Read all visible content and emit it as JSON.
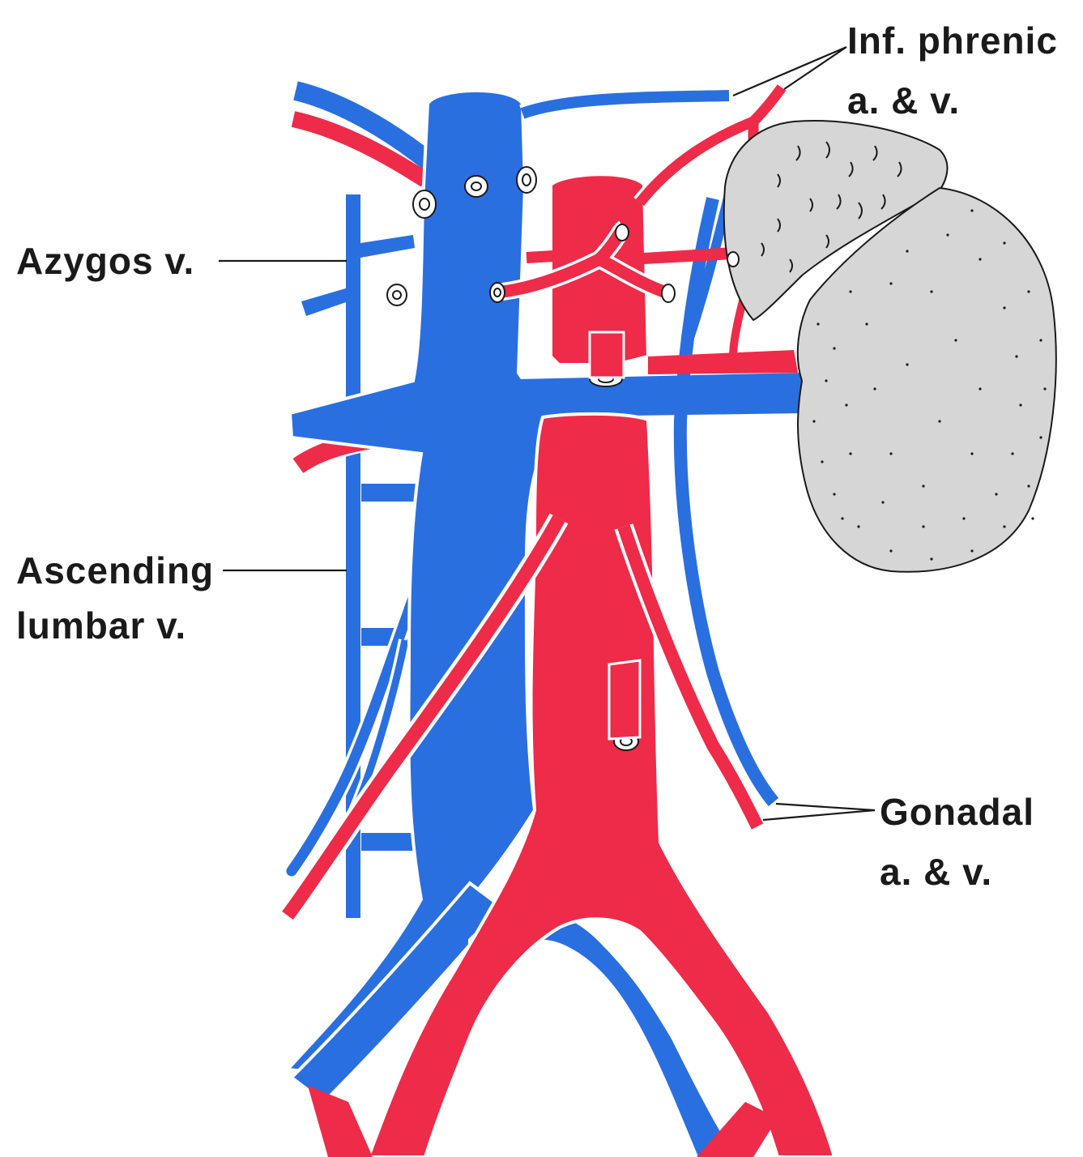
{
  "colors": {
    "vein": "#2a6fe0",
    "artery": "#ee2b48",
    "kidney": "#d6d6d6",
    "label": "#1a1a1a",
    "background": "#ffffff"
  },
  "labels": {
    "inf_phrenic_line1": "Inf. phrenic",
    "inf_phrenic_line2": "a. & v.",
    "azygos": "Azygos v.",
    "ascending_line1": "Ascending",
    "ascending_line2": "lumbar v.",
    "gonadal_line1": "Gonadal",
    "gonadal_line2": "a. & v."
  }
}
